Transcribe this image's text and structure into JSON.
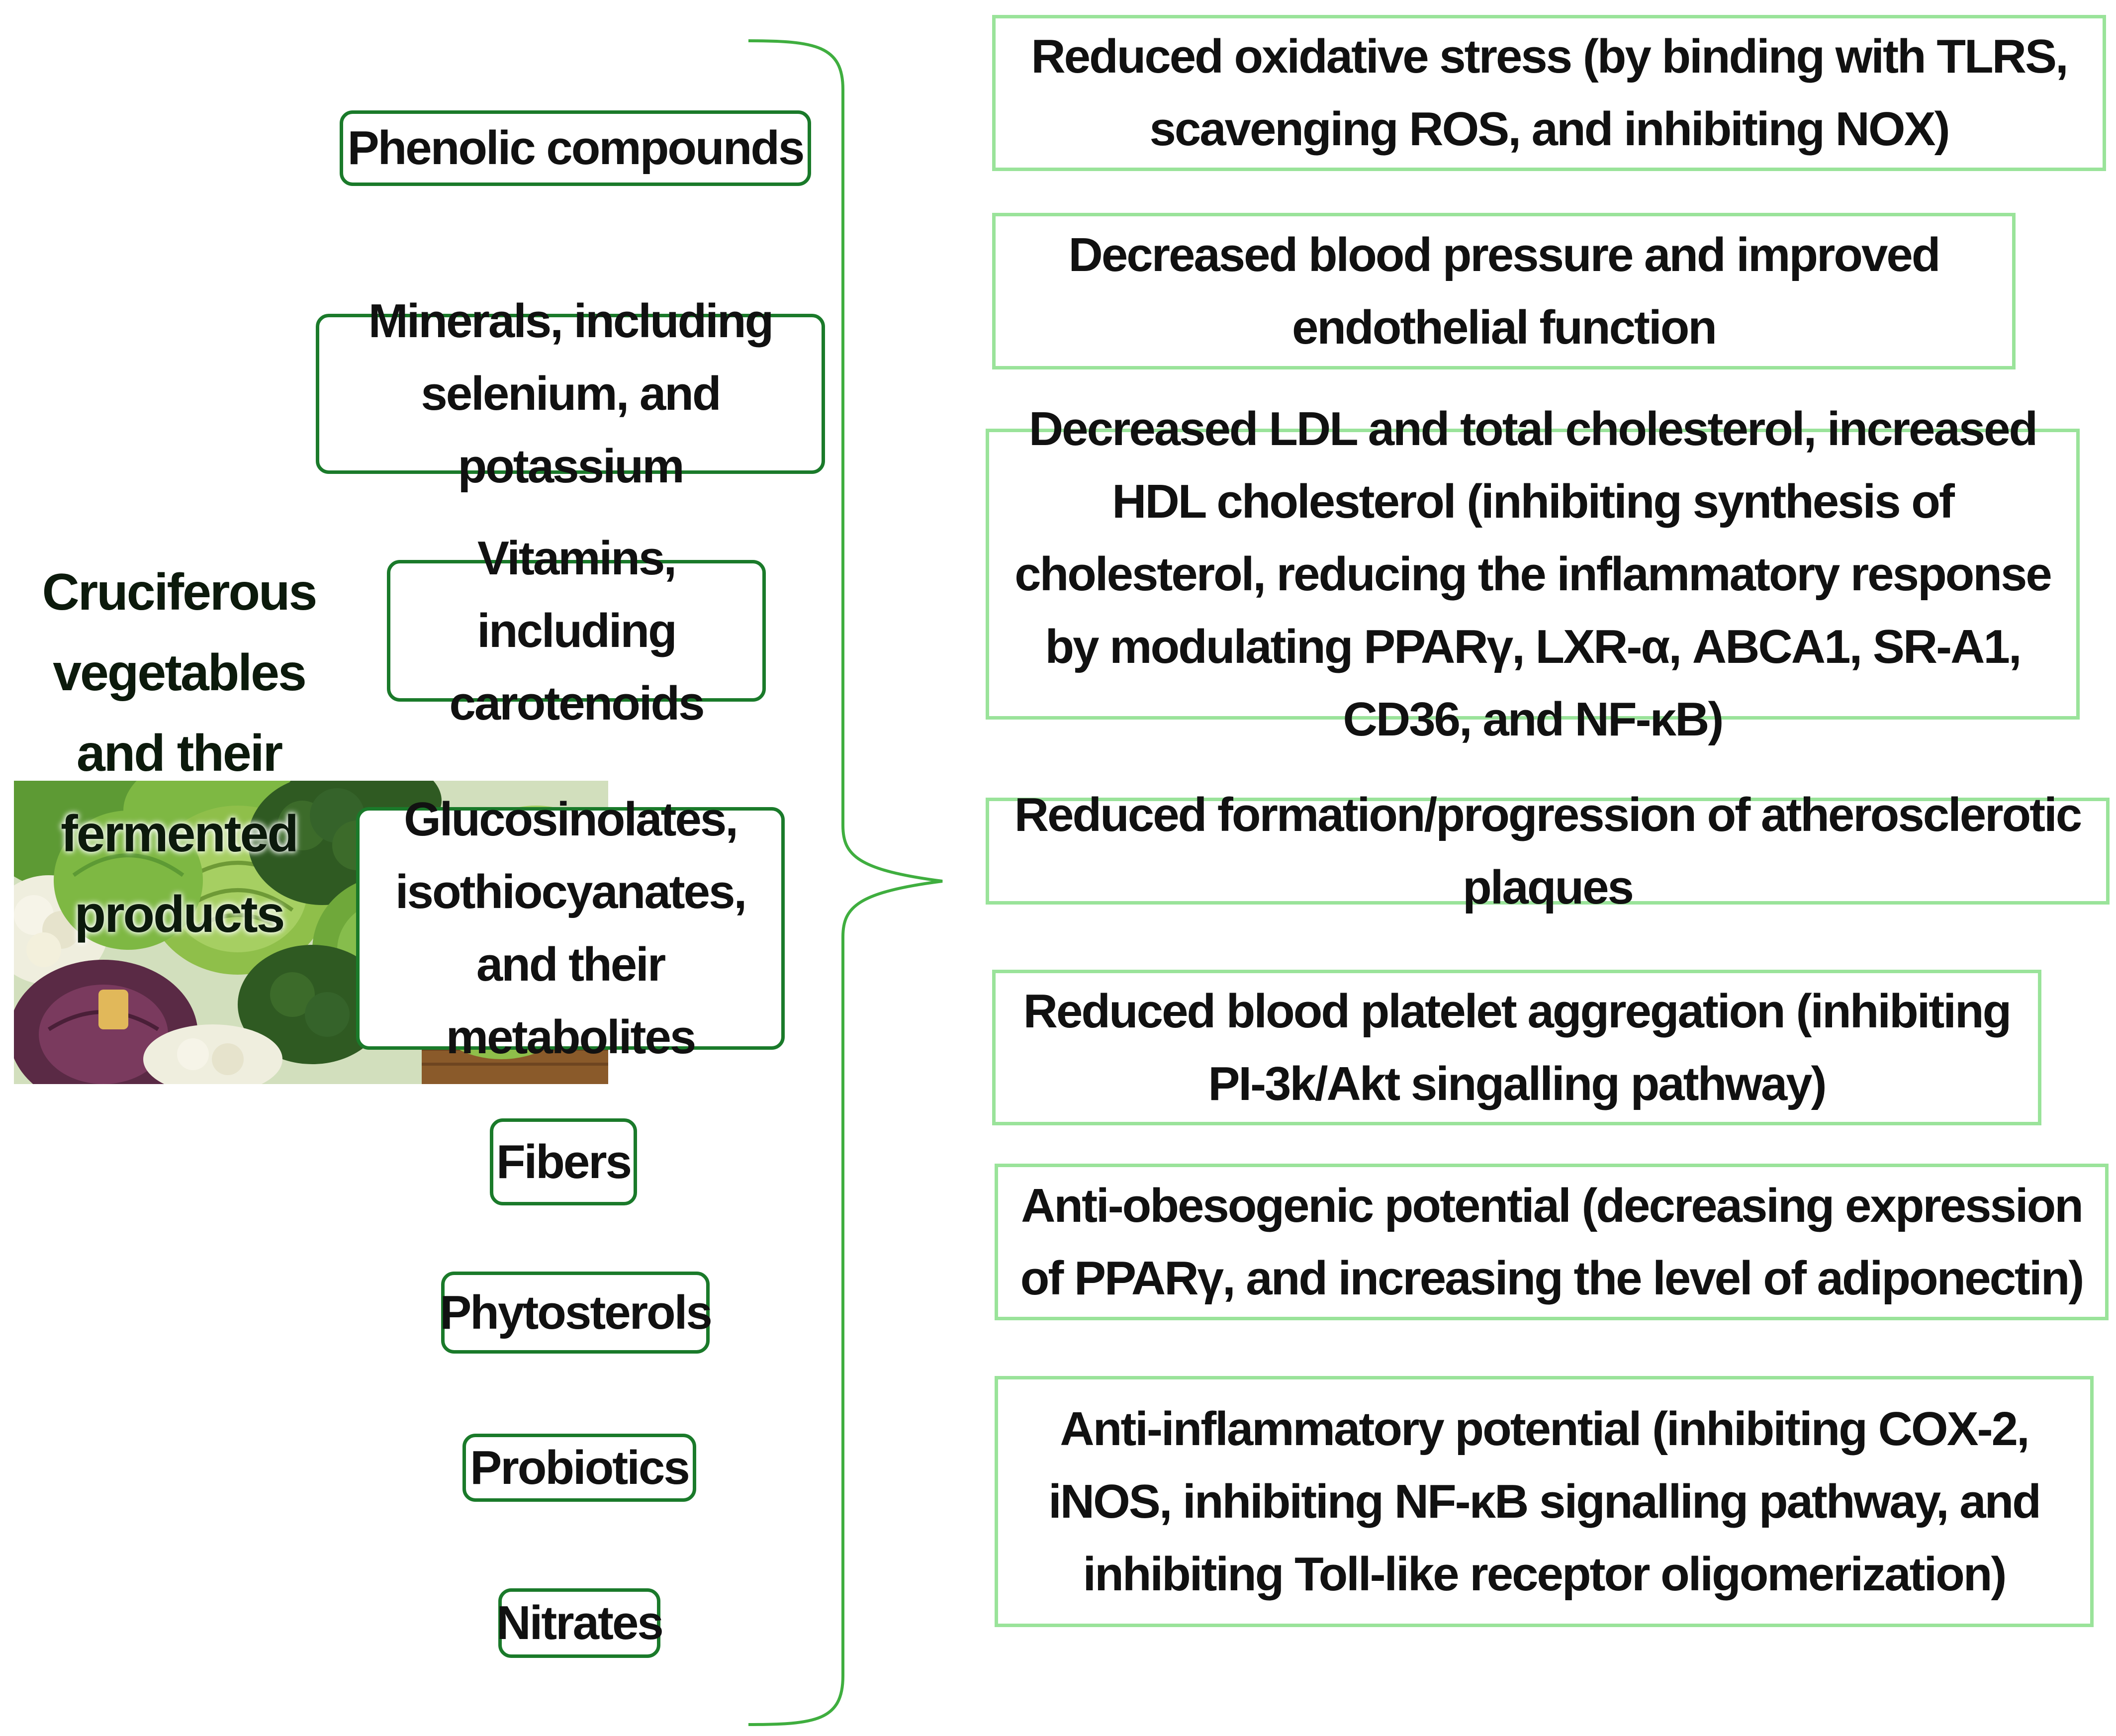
{
  "title": "Cruciferous vegetables and their fermented products",
  "image": {
    "subject": "cruciferous-vegetables-photo",
    "colors": {
      "cabbage": "#8fbf4a",
      "savoy": "#6fa83a",
      "kale": "#2f5a22",
      "broccoli": "#3c6b2a",
      "red_cabbage": "#5a2a45",
      "cauliflower": "#efeede",
      "basket": "#8a5a2a"
    }
  },
  "components": [
    "Phenolic compounds",
    "Minerals, including selenium, and potassium",
    "Vitamins, including carotenoids",
    "Glucosinolates, isothiocyanates, and their metabolites",
    "Fibers",
    "Phytosterols",
    "Probiotics",
    "Nitrates"
  ],
  "effects": [
    "Reduced oxidative stress (by binding with TLRS, scavenging ROS, and inhibiting NOX)",
    "Decreased blood pressure and improved endothelial function",
    "Decreased LDL and total cholesterol, increased HDL cholesterol (inhibiting synthesis of cholesterol, reducing the inflammatory response by modulating PPARγ, LXR-α, ABCA1, SR-A1, CD36, and NF-κB)",
    "Reduced formation/progression of atherosclerotic plaques",
    "Reduced blood platelet aggregation (inhibiting PI-3k/Akt singalling pathway)",
    "Anti-obesogenic potential (decreasing expression of PPARγ, and increasing the level of adiponectin)",
    "Anti-inflammatory potential (inhibiting COX-2, iNOS, inhibiting NF-κB signalling pathway, and inhibiting Toll-like receptor oligomerization)"
  ],
  "colors": {
    "component_border": "#1a7a2a",
    "effect_border": "#9ae39a",
    "brace": "#3fae3f",
    "text": "#111111"
  }
}
